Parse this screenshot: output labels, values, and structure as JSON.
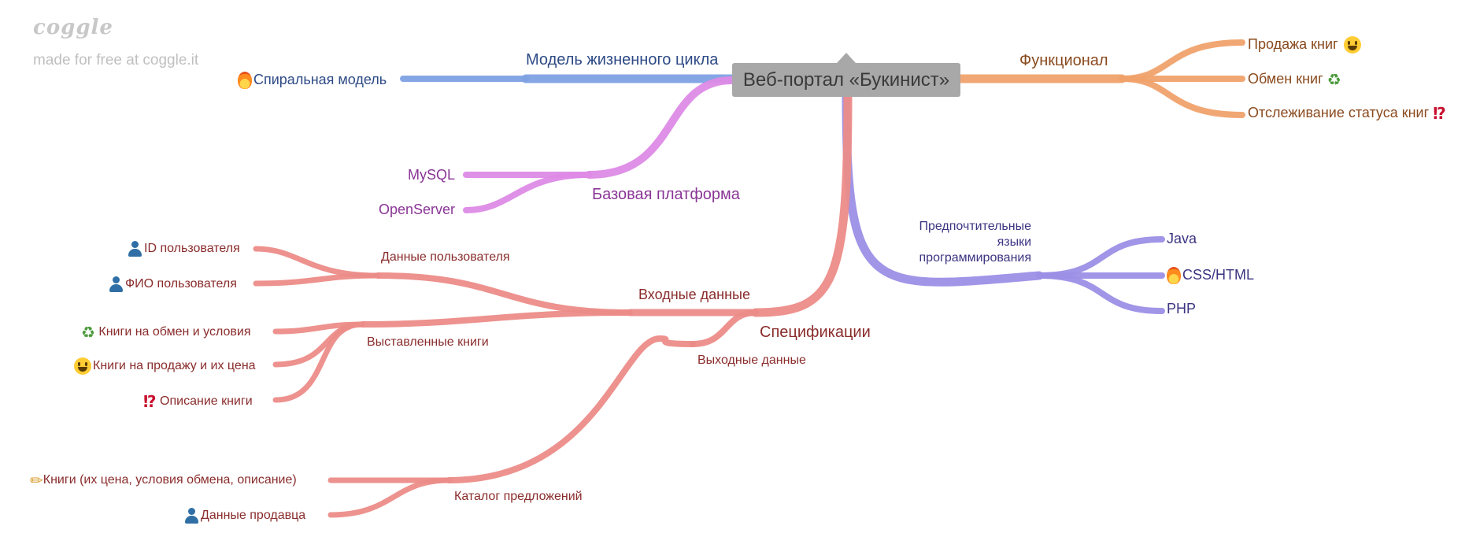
{
  "brand": {
    "logo": "coggle",
    "tagline": "made for free at coggle.it"
  },
  "root": {
    "label": "Веб-портал «Букинист»"
  },
  "branches": {
    "lifecycle": {
      "label": "Модель жизненного цикла",
      "color": "#7ea1e3",
      "children": [
        {
          "label": "Спиральная модель",
          "icon": "fire-icon"
        }
      ]
    },
    "functional": {
      "label": "Функционал",
      "color": "#f0a26c",
      "children": [
        {
          "label": "Продажа книг",
          "icon": "smile-icon"
        },
        {
          "label": "Обмен книг",
          "icon": "recycle-icon"
        },
        {
          "label": "Отслеживание статуса книг",
          "icon": "alert-icon"
        }
      ]
    },
    "platform": {
      "label": "Базовая платформа",
      "color": "#dd8ae6",
      "children": [
        {
          "label": "MySQL"
        },
        {
          "label": "OpenServer"
        }
      ]
    },
    "languages": {
      "label_lines": [
        "Предпочтительные",
        "языки",
        "программирования"
      ],
      "color": "#9b8fe6",
      "children": [
        {
          "label": "Java"
        },
        {
          "label": "CSS/HTML",
          "icon": "fire-icon"
        },
        {
          "label": "PHP"
        }
      ]
    },
    "specs": {
      "label": "Спецификации",
      "color": "#ec8c88",
      "input": {
        "label": "Входные данные",
        "user_data": {
          "label": "Данные пользователя",
          "children": [
            {
              "label": "ID пользователя",
              "icon": "user-icon"
            },
            {
              "label": "ФИО пользователя",
              "icon": "user-icon"
            }
          ]
        },
        "listed_books": {
          "label": "Выставленные книги",
          "children": [
            {
              "label": "Книги на обмен и условия",
              "icon": "recycle-icon"
            },
            {
              "label": "Книги на продажу и их цена",
              "icon": "smile-icon"
            },
            {
              "label": "Описание книги",
              "icon": "alert-icon"
            }
          ]
        }
      },
      "output": {
        "label": "Выходные данные",
        "catalog": {
          "label": "Каталог предложений",
          "children": [
            {
              "label": "Книги (их цена, условия обмена, описание)",
              "icon": "pencil-icon"
            },
            {
              "label": "Данные продавца",
              "icon": "user-icon"
            }
          ]
        }
      }
    }
  },
  "text_colors": {
    "lifecycle": "#2d4a85",
    "functional": "#8a4a1e",
    "platform": "#8a3596",
    "languages": "#3b3480",
    "specs": "#8a2c2c"
  }
}
